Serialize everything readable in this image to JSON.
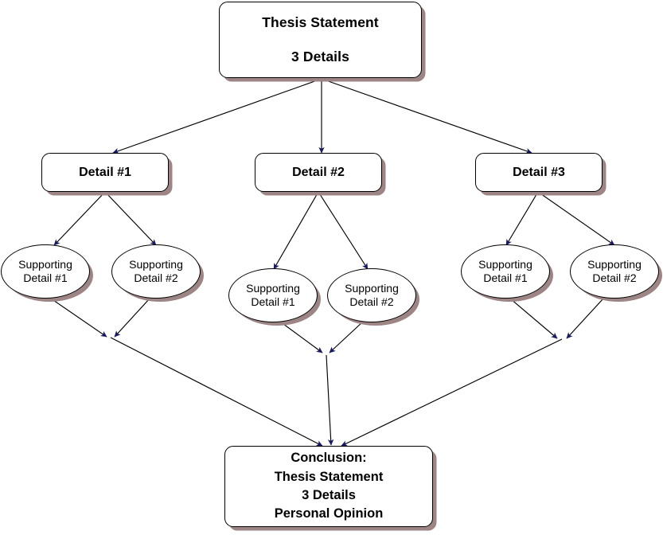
{
  "diagram": {
    "type": "hierarchical-essay-outline-flowchart",
    "colors": {
      "node_fill": "#ffffff",
      "node_border": "#000000",
      "shadow": "#9d8585",
      "edge_line": "#000000",
      "arrowhead": "#191964",
      "background": "#ffffff"
    },
    "nodes": {
      "thesis": {
        "shape": "rounded-rectangle",
        "lines": [
          "Thesis Statement",
          "3 Details"
        ]
      },
      "details": [
        {
          "shape": "rounded-rectangle",
          "label": "Detail #1"
        },
        {
          "shape": "rounded-rectangle",
          "label": "Detail #2"
        },
        {
          "shape": "rounded-rectangle",
          "label": "Detail #3"
        }
      ],
      "supporting": [
        {
          "shape": "ellipse",
          "line1": "Supporting",
          "line2": "Detail #1",
          "group": "Detail #1"
        },
        {
          "shape": "ellipse",
          "line1": "Supporting",
          "line2": "Detail #2",
          "group": "Detail #1"
        },
        {
          "shape": "ellipse",
          "line1": "Supporting",
          "line2": "Detail #1",
          "group": "Detail #2"
        },
        {
          "shape": "ellipse",
          "line1": "Supporting",
          "line2": "Detail #2",
          "group": "Detail #2"
        },
        {
          "shape": "ellipse",
          "line1": "Supporting",
          "line2": "Detail #1",
          "group": "Detail #3"
        },
        {
          "shape": "ellipse",
          "line1": "Supporting",
          "line2": "Detail #2",
          "group": "Detail #3"
        }
      ],
      "conclusion": {
        "shape": "rounded-rectangle",
        "lines": [
          "Conclusion:",
          "Thesis Statement",
          "3 Details",
          "Personal Opinion"
        ]
      }
    }
  }
}
